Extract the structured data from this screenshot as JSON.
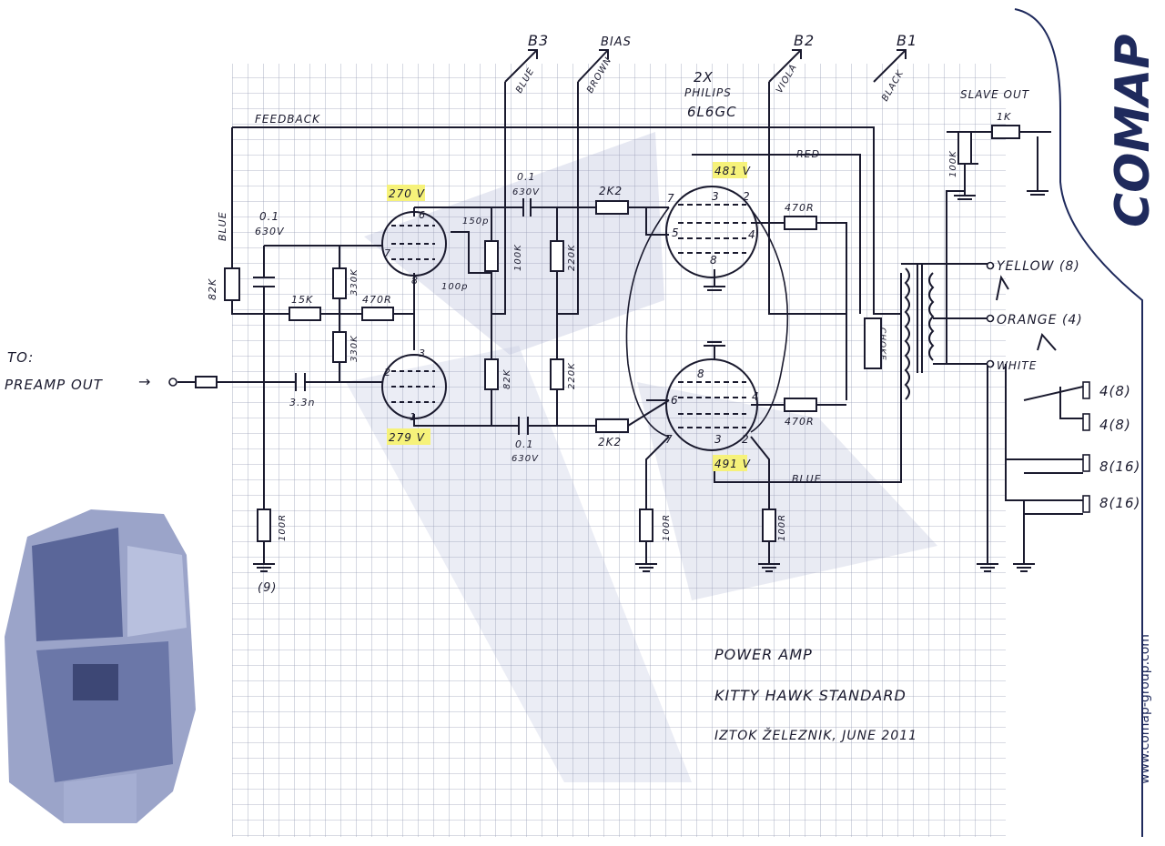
{
  "brand": {
    "logo": "COMAP",
    "website": "www.comap-group.com",
    "color": "#1f2a5c"
  },
  "title_block": {
    "line1": "POWER AMP",
    "line2": "KITTY HAWK STANDARD",
    "line3": "IZTOK ŽELEZNIK, JUNE 2011"
  },
  "input": {
    "to": "TO:",
    "source": "PREAMP OUT"
  },
  "rails": {
    "b3": "B3",
    "bias": "BIAS",
    "b2": "B2",
    "b1": "B1",
    "wire_blue": "BLUE",
    "wire_brown": "BROWN",
    "wire_viola": "VIOLA",
    "wire_black": "BLACK",
    "feedback": "FEEDBACK",
    "red": "RED",
    "blue_bottom": "BLUE",
    "blue_left": "BLUE"
  },
  "tubes": {
    "output_count": "2X",
    "output_brand": "PHILIPS",
    "output_type": "6L6GC"
  },
  "voltages": {
    "v1_plate": "270 V",
    "v2_plate": "279 V",
    "out_top": "481 V",
    "out_bottom": "491 V"
  },
  "components": {
    "c_fb": "0.1",
    "c_fb_rating": "630V",
    "r_82k_left": "82K",
    "r_15k": "15K",
    "r_330k_a": "330K",
    "r_330k_b": "330K",
    "r_470r_pi": "470R",
    "c_in": "3.3n",
    "r_100r_in": "100R",
    "note_9": "(9)",
    "c_150p": "150p",
    "c_100p": "100p",
    "r_100k": "100K",
    "r_82k_mid": "82K",
    "c_top": "0.1",
    "c_top_rating": "630V",
    "c_bot": "0.1",
    "c_bot_rating": "630V",
    "r_220k_a": "220K",
    "r_220k_b": "220K",
    "r_2k2_top": "2K2",
    "r_2k2_bot": "2K2",
    "r_470r_top": "470R",
    "r_470r_bot": "470R",
    "r_100r_a": "100R",
    "r_100r_b": "100R",
    "choke": "CHOKE",
    "r_100k_slave": "100K",
    "r_1k_slave": "1K",
    "slave_out": "SLAVE OUT"
  },
  "pins": {
    "v1": [
      "6",
      "7",
      "8"
    ],
    "v2": [
      "1",
      "2",
      "3"
    ],
    "out_top": [
      "7",
      "3",
      "2",
      "5",
      "4",
      "8"
    ],
    "out_bot": [
      "8",
      "6",
      "4",
      "7",
      "3",
      "2"
    ]
  },
  "outputs": {
    "yellow": "YELLOW (8)",
    "orange": "ORANGE (4)",
    "white": "WHITE",
    "jack1": "4(8)",
    "jack2": "4(8)",
    "jack3": "8(16)",
    "jack4": "8(16)"
  }
}
